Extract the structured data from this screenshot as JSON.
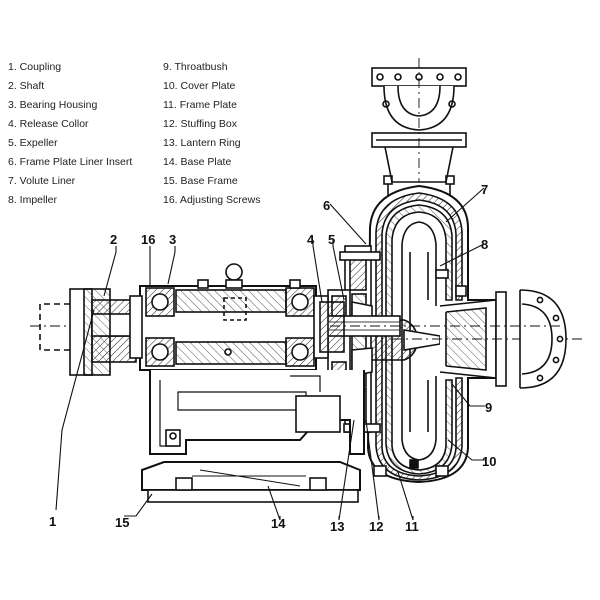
{
  "legend": {
    "items": [
      "1. Coupling",
      "2. Shaft",
      "3. Bearing Housing",
      "4. Release Collor",
      "5. Expeller",
      "6. Frame Plate Liner Insert",
      "7. Volute Liner",
      "8. Impeller",
      "9. Throatbush",
      "10. Cover Plate",
      "11. Frame Plate",
      "12. Stuffing Box",
      "13. Lantern Ring",
      "14. Base Plate",
      "15. Base Frame",
      "16. Adjusting Screws"
    ]
  },
  "callouts": {
    "c1": "1",
    "c2": "2",
    "c3": "3",
    "c4": "4",
    "c5": "5",
    "c6": "6",
    "c7": "7",
    "c8": "8",
    "c9": "9",
    "c10": "10",
    "c11": "11",
    "c12": "12",
    "c13": "13",
    "c14": "14",
    "c15": "15",
    "c16": "16"
  }
}
